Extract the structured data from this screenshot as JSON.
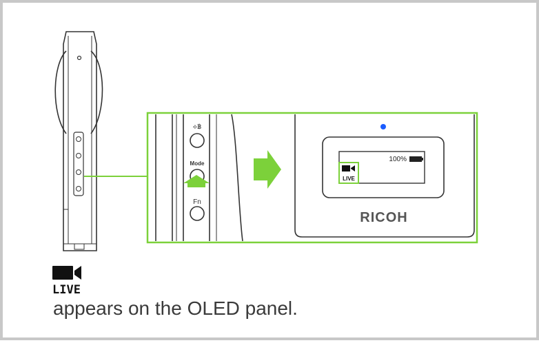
{
  "caption": {
    "text": "appears on the OLED panel."
  },
  "icon_label": "LIVE",
  "camera_side": {
    "wifi_bt_symbol": "⟡฿",
    "mode_label": "Mode",
    "fn_label": "Fn"
  },
  "oled": {
    "battery_percent": "100%",
    "mode_label": "LIVE"
  },
  "camera_front": {
    "brand": "RICOH"
  },
  "colors": {
    "highlight_green": "#7cd13a",
    "indicator_blue": "#1a5cff",
    "line_dark": "#333333"
  }
}
